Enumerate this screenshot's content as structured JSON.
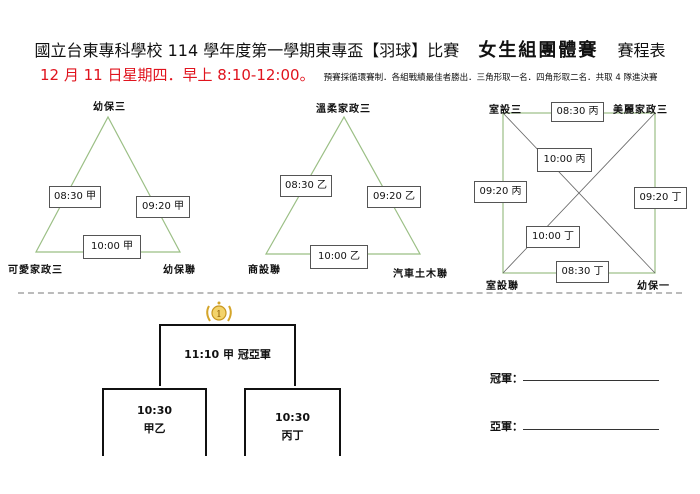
{
  "header": {
    "title_prefix": "國立台東專科學校 114 學年度第一學期東專盃【羽球】比賽",
    "title_art": "女生組團體賽",
    "title_suffix": "賽程表",
    "date_time": "12 月 11 日星期四．早上 8:10-12:00。",
    "rules": "預賽採循環賽制．各組戰績最佳者勝出．三角形取一名．四角形取二名．共取 4 隊進決賽"
  },
  "groups": {
    "jia": {
      "label": "甲",
      "teams": {
        "top": "幼保三",
        "bottom_left": "可愛家政三",
        "bottom_right": "幼保聯"
      },
      "matches": {
        "left": "08:30 甲",
        "right": "09:20 甲",
        "bottom": "10:00 甲"
      }
    },
    "yi": {
      "label": "乙",
      "teams": {
        "top": "溫柔家政三",
        "bottom_left": "商設聯",
        "bottom_right": "汽車土木聯"
      },
      "matches": {
        "left": "08:30 乙",
        "right": "09:20 乙",
        "bottom": "10:00 乙"
      }
    },
    "bing_ding": {
      "teams": {
        "top_left": "室設三",
        "top_right": "美麗家政三",
        "bottom_left": "室設聯",
        "bottom_right": "幼保一"
      },
      "matches": {
        "top": "08:30 丙",
        "left": "09:20 丙",
        "diag_bing": "10:00 丙",
        "right": "09:20 丁",
        "diag_ding": "10:00 丁",
        "bottom": "08:30 丁"
      }
    }
  },
  "finals": {
    "final_time": "11:10 甲",
    "final_label": "冠亞軍",
    "semi_left": {
      "time": "10:30",
      "label": "甲乙"
    },
    "semi_right": {
      "time": "10:30",
      "label": "丙丁"
    },
    "trophy_icon": "laurel-medal-icon"
  },
  "results": {
    "champion_label": "冠軍：",
    "runner_up_label": "亞軍："
  },
  "colors": {
    "accent_red": "#e0141e",
    "line_green": "#9bbf85",
    "gold": "#d4a52a"
  }
}
